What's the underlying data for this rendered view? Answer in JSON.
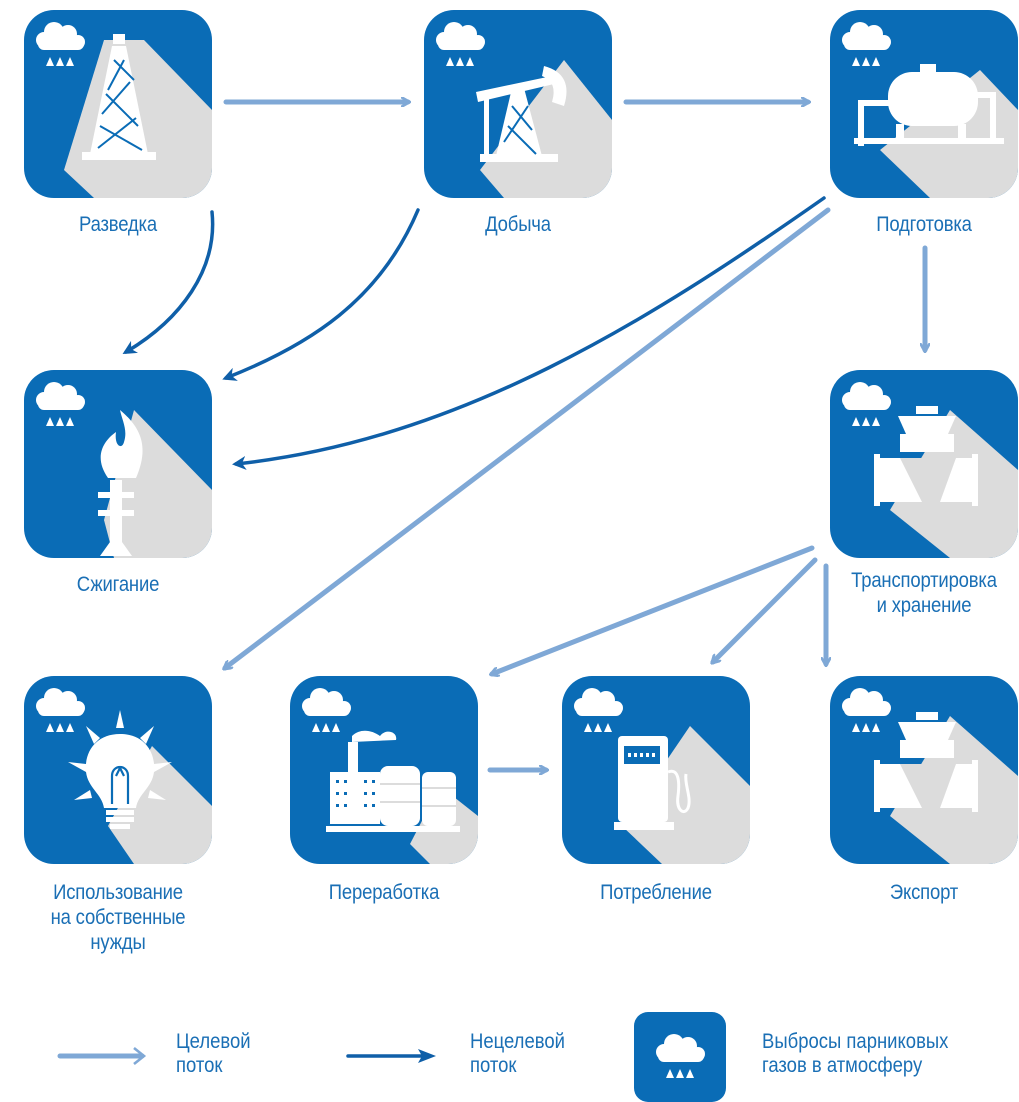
{
  "colors": {
    "tile": "#0a6cb6",
    "label": "#1a6fb5",
    "target_flow": "#7fa8d6",
    "nontarget_flow": "#0f5fa8",
    "shadow": "#dcdcdc",
    "icon": "#ffffff"
  },
  "nodes": {
    "razvedka": {
      "label": "Разведка",
      "icon": "drilling-rig-icon"
    },
    "dobycha": {
      "label": "Добыча",
      "icon": "pumpjack-icon"
    },
    "podgotovka": {
      "label": "Подготовка",
      "icon": "gas-tank-icon"
    },
    "szhiganie": {
      "label": "Сжигание",
      "icon": "flare-icon"
    },
    "transport": {
      "label": "Транспортировка\nи хранение",
      "icon": "pipeline-valve-icon"
    },
    "ispolzovanie": {
      "label": "Использование\nна собственные\nнужды",
      "icon": "light-bulb-icon"
    },
    "pererabotka": {
      "label": "Переработка",
      "icon": "refinery-icon"
    },
    "potreblenie": {
      "label": "Потребление",
      "icon": "fuel-pump-icon"
    },
    "eksport": {
      "label": "Экспорт",
      "icon": "pipeline-valve-icon"
    }
  },
  "legend": {
    "target": "Целевой\nпоток",
    "nontarget": "Нецелевой\nпоток",
    "emissions": "Выбросы парниковых\nгазов в атмосферу",
    "emissions_icon": "emission-cloud-icon"
  }
}
